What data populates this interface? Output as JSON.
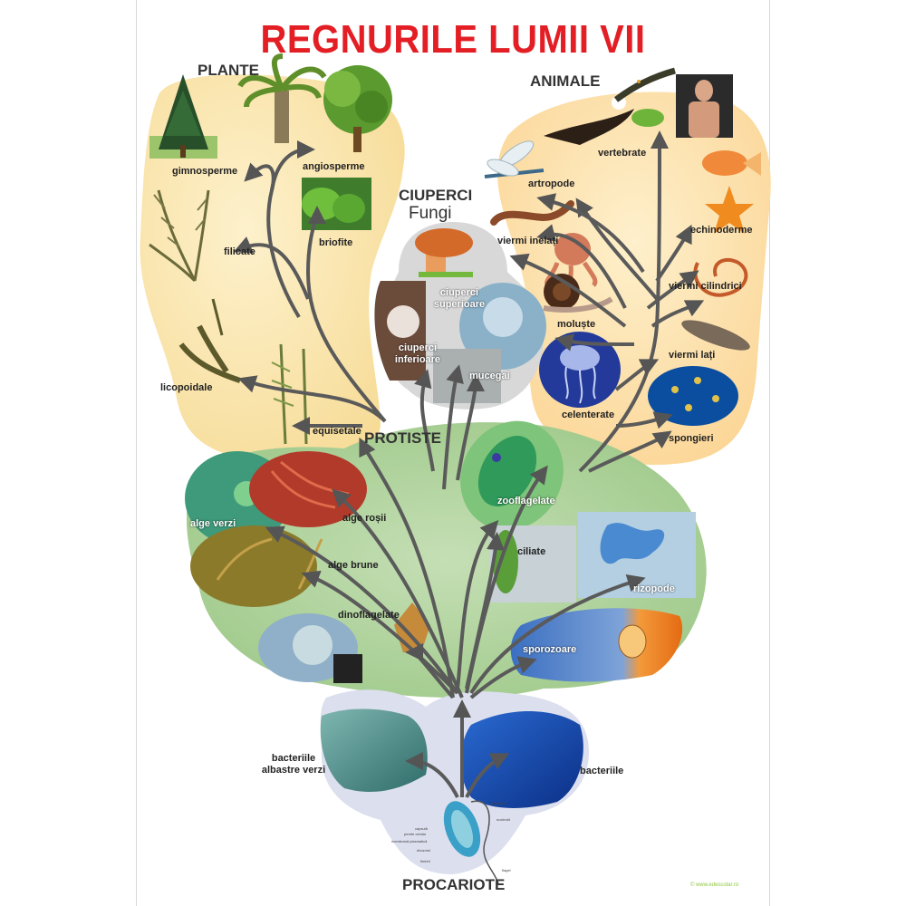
{
  "title": "REGNURILE LUMII VII",
  "colors": {
    "title": "#e31e24",
    "plant_bg": "#fbe7b0",
    "animal_bg": "#fde1a8",
    "protist_bg": "#b9d7a6",
    "fungi_bg": "#cfcfcf",
    "arrow": "#5a5a5a"
  },
  "kingdoms": {
    "plante": "PLANTE",
    "animale": "ANIMALE",
    "ciuperci": "CIUPERCI",
    "ciuperci_sub": "Fungi",
    "protiste": "PROTISTE",
    "procariote": "PROCARIOTE"
  },
  "plants": {
    "gimnosperme": "gimnosperme",
    "angiosperme": "angiosperme",
    "filicate": "filicate",
    "briofite": "briofite",
    "licopoidale": "licopoidale",
    "equisetale": "equisetale"
  },
  "fungi": {
    "superioare": "ciuperci superioare",
    "inferioare": "ciuperci inferioare",
    "mucegai": "mucegai"
  },
  "animals": {
    "vertebrate": "vertebrate",
    "artropode": "artropode",
    "viermi_inelati": "viermi inelați",
    "echinoderme": "echinoderme",
    "viermi_cilindrici": "viermi cilindrici",
    "moluste": "moluște",
    "viermi_lati": "viermi lați",
    "celenterate": "celenterate",
    "spongieri": "spongieri"
  },
  "protists": {
    "alge_verzi": "alge verzi",
    "alge_rosii": "alge roșii",
    "alge_brune": "alge brune",
    "dinoflagelate": "dinoflagelate",
    "zooflagelate": "zooflagelate",
    "ciliate": "ciliate",
    "rizopode": "rizopode",
    "sporozoare": "sporozoare"
  },
  "prokaryotes": {
    "bacterii_albastre": "bacteriile albastre verzi",
    "bacterii": "bacteriile"
  },
  "cell_labels": [
    "citoplasmă",
    "nucleoid",
    "capsulă",
    "perete celular",
    "membrană plasmatică",
    "ribozomi",
    "fimbrii",
    "flagel"
  ],
  "credit": "© www.edescolar.ro"
}
